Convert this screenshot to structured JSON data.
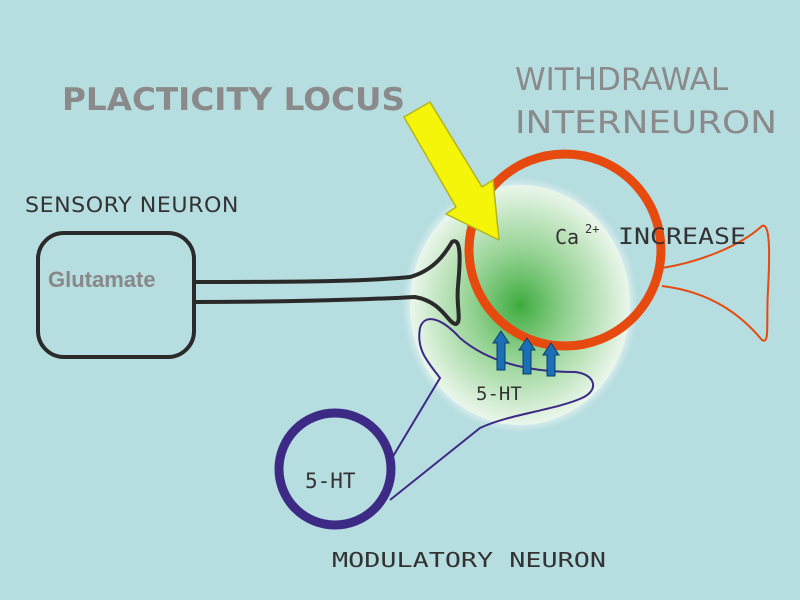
{
  "labels": {
    "plasticity_locus": "PLACTICITY LOCUS",
    "withdrawal_line1": "WITHDRAWAL",
    "withdrawal_line2": "INTERNEURON",
    "sensory_neuron": "SENSORY NEURON",
    "glutamate": "Glutamate",
    "ca": "Ca",
    "ca_superscript": "2+",
    "increase": "INCREASE",
    "serotonin_terminal": "5-HT",
    "serotonin_cell": "5-HT",
    "modulatory_neuron": "MODULATORY NEURON"
  },
  "colors": {
    "background": "#b6dde0",
    "interneuron": "#e64a0f",
    "modulatory": "#3d2a85",
    "sensory": "#2a2a2a",
    "arrow_fill": "#f5f50a",
    "arrow_stroke": "#b5b51a",
    "small_arrows": "#1a6fb5",
    "glow": "#3dab3d"
  }
}
